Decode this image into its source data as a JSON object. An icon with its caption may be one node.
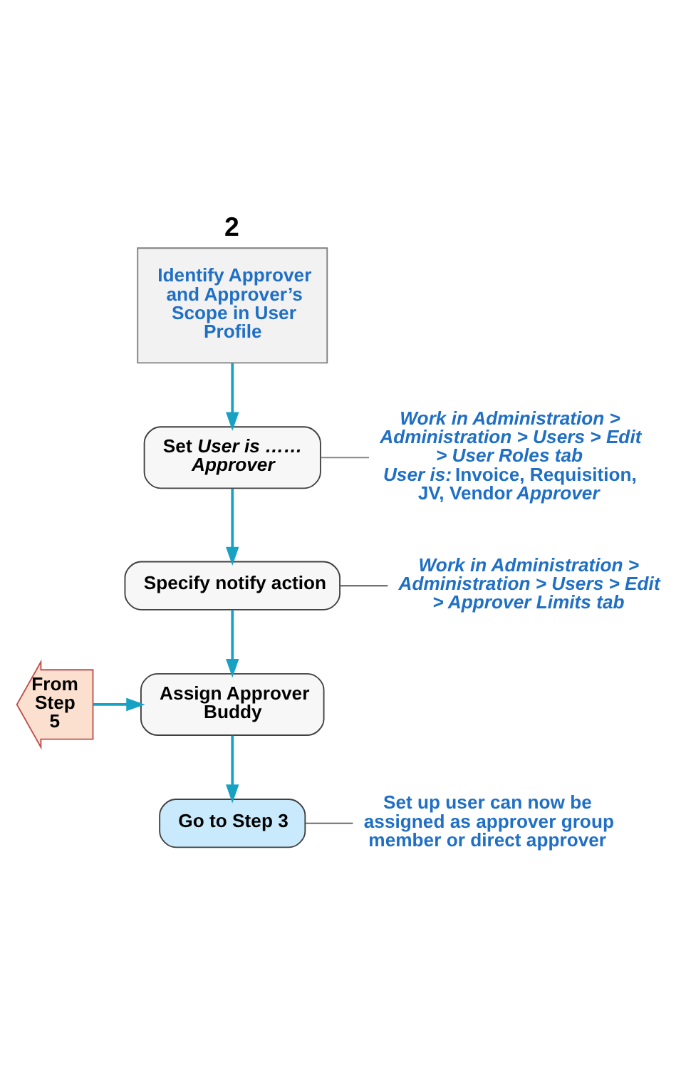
{
  "diagram": {
    "nodes": [
      {
        "text": [
          "2",
          "Identify Approver and Approver’s Scope in User Profile"
        ]
      },
      {
        "text": [
          "Set *User is …… Approver*"
        ]
      },
      {
        "text": [
          "Specify notify action"
        ]
      },
      {
        "text": [
          "Assign Approver Buddy"
        ]
      },
      {
        "text": [
          "From Step 5"
        ]
      },
      {
        "text": [
          "Go to Step 3"
        ]
      },
      {
        "text": [
          "*Work in Administration > Administration > Users > Edit > User Roles tab*",
          "*User is:* Invoice, Requisition, JV, Vendor *Approver*"
        ]
      },
      {
        "text": [
          "*Work in Administration > Administration > Users > Edit > Approver Limits tab*"
        ]
      },
      {
        "text": [
          "Set up user can now be assigned as approver group member or direct approver"
        ]
      }
    ],
    "edges": [
      {
        "from": 0,
        "to": 1,
        "arrow": "to"
      },
      {
        "from": 1,
        "to": 2,
        "arrow": "to"
      },
      {
        "from": 2,
        "to": 3,
        "arrow": "to"
      },
      {
        "from": 4,
        "to": 3,
        "arrow": "to"
      },
      {
        "from": 3,
        "to": 5,
        "arrow": "to"
      },
      {
        "from": 6,
        "to": 1,
        "arrow": "none",
        "color": "#7f7f7f"
      },
      {
        "from": 7,
        "to": 2,
        "arrow": "none",
        "color": "#595959"
      },
      {
        "from": 8,
        "to": 5,
        "arrow": "none",
        "color": "#595959"
      }
    ]
  }
}
